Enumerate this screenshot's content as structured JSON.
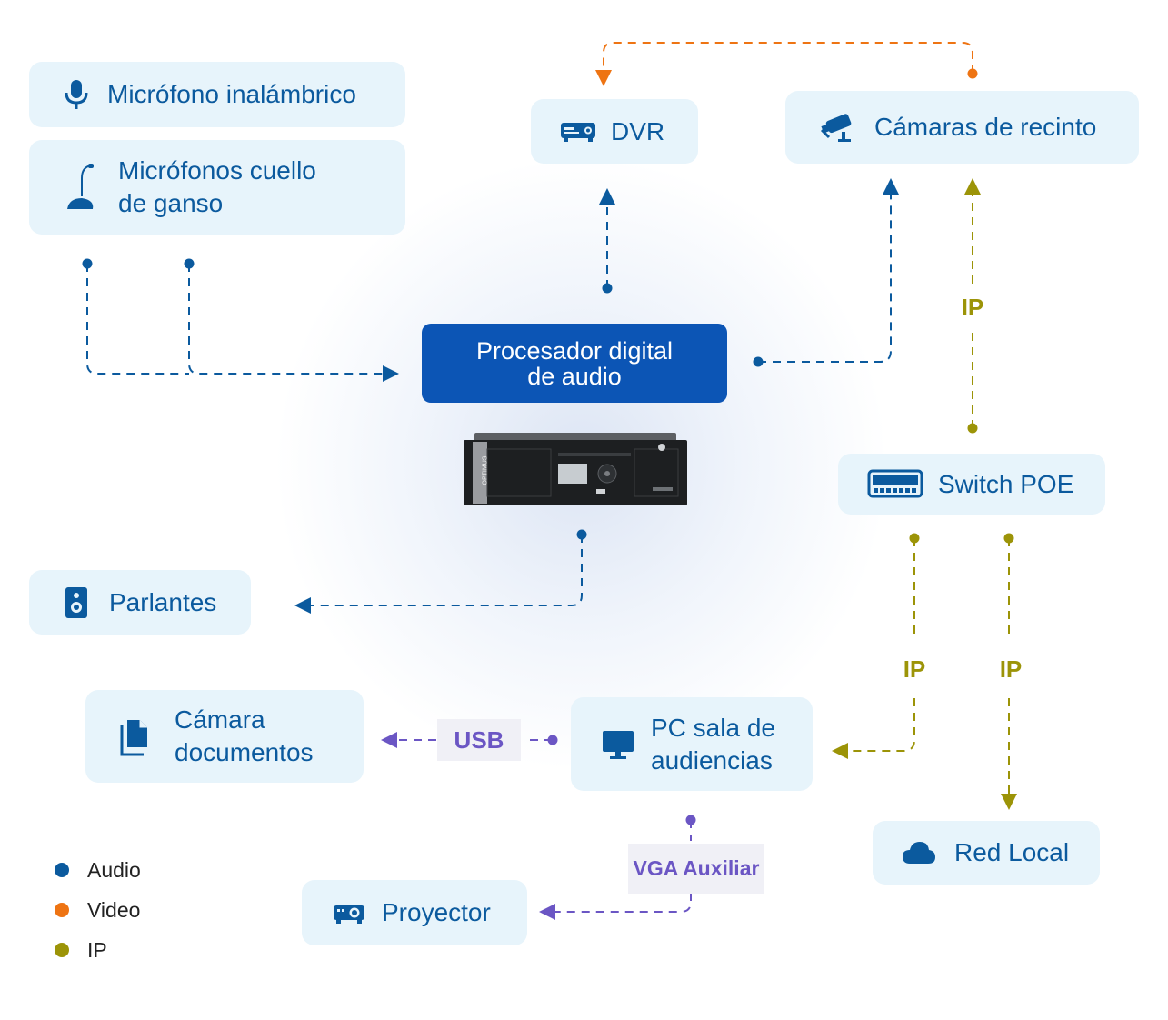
{
  "nodes": {
    "mic_wireless": "Micrófono inalámbrico",
    "mic_gooseneck": [
      "Micrófonos cuello",
      "de ganso"
    ],
    "dvr": "DVR",
    "cameras": "Cámaras de recinto",
    "processor": [
      "Procesador digital",
      "de audio"
    ],
    "switch": "Switch POE",
    "speakers": "Parlantes",
    "doc_camera": [
      "Cámara",
      "documentos"
    ],
    "pc": [
      "PC sala de",
      "audiencias"
    ],
    "local_network": "Red Local",
    "projector": "Proyector"
  },
  "device_labels": {
    "brand": "OPTIMUS"
  },
  "connection_labels": {
    "ip_switch_cameras": "IP",
    "ip_switch_pc": "IP",
    "ip_switch_network": "IP",
    "usb": "USB",
    "vga": "VGA Auxiliar"
  },
  "legend": [
    {
      "label": "Audio",
      "color": "#0b5a9e"
    },
    {
      "label": "Video",
      "color": "#ee7413"
    },
    {
      "label": "IP",
      "color": "#9c9408"
    }
  ],
  "colors": {
    "audio": "#0b5a9e",
    "video": "#ee7413",
    "ip": "#9c9408",
    "usb_vga": "#6b56c4",
    "node_fill": "#e7f4fb",
    "processor_fill": "#0c55b5"
  },
  "icons": {
    "mic_wireless": "microphone-icon",
    "mic_gooseneck": "gooseneck-microphone-icon",
    "dvr": "dvr-icon",
    "cameras": "security-camera-icon",
    "switch": "network-switch-icon",
    "speakers": "speaker-icon",
    "doc_camera": "document-camera-icon",
    "pc": "monitor-icon",
    "local_network": "cloud-icon",
    "projector": "projector-icon"
  }
}
